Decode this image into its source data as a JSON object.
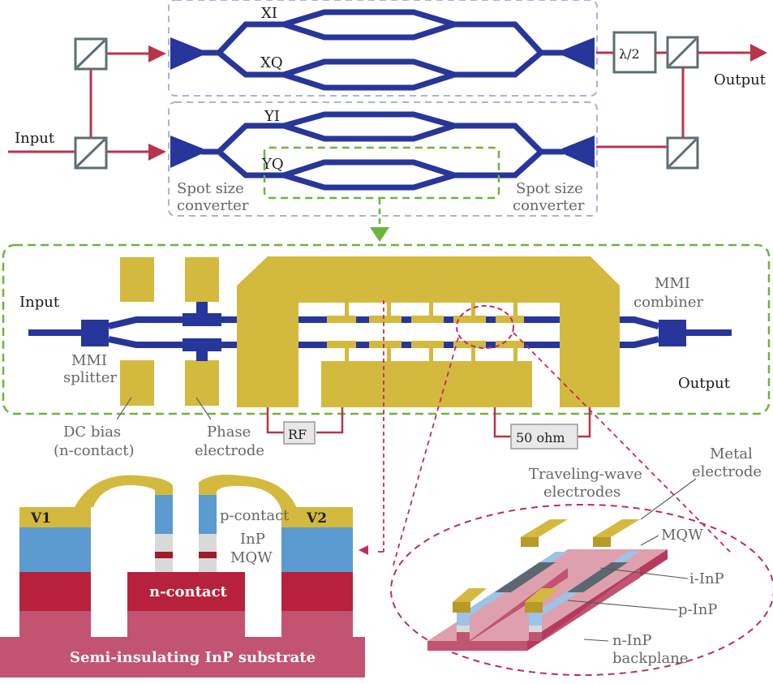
{
  "colors": {
    "waveguide": "#27369a",
    "beam": "#b8344d",
    "gold": "#d4b93f",
    "gold_dark": "#b79a27",
    "blue_layer": "#5b9bd0",
    "light_blue": "#9dc3e6",
    "gray_layer": "#d9d9d9",
    "dark_red": "#a01a2a",
    "crimson": "#b7213b",
    "substrate": "#c25472",
    "pink_plane": "#dea0ad",
    "green_dash": "#6fb33c",
    "blue_dash": "#aab3d6",
    "box_stroke": "#5e6e73",
    "dark_gray": "#5c6770"
  },
  "top_section": {
    "input_label": "Input",
    "output_label": "Output",
    "modulator_labels": [
      "XI",
      "XQ",
      "YI",
      "YQ"
    ],
    "spot_size_left": [
      "Spot size",
      "converter"
    ],
    "spot_size_right": [
      "Spot size",
      "converter"
    ],
    "half_wave_plate": "λ/2"
  },
  "middle_section": {
    "input_label": "Input",
    "output_label": "Output",
    "mmi_splitter": [
      "MMI",
      "splitter"
    ],
    "mmi_combiner": [
      "MMI",
      "combiner"
    ],
    "dc_bias": [
      "DC bias",
      "(n-contact)"
    ],
    "phase_electrode": [
      "Phase",
      "electrode"
    ],
    "rf_label": "RF",
    "termination_label": "50 ohm"
  },
  "cross_section": {
    "v1": "V1",
    "v2": "V2",
    "p_contact": "p-contact",
    "inp": "InP",
    "mqw": "MQW",
    "n_contact": "n-contact",
    "substrate": "Semi-insulating InP substrate"
  },
  "perspective_view": {
    "traveling_wave": [
      "Traveling-wave",
      "electrodes"
    ],
    "metal_electrode": [
      "Metal",
      "electrode"
    ],
    "mqw": "MQW",
    "i_inp": "i-InP",
    "p_inp": "p-InP",
    "n_inp": [
      "n-InP",
      "backplane"
    ]
  }
}
